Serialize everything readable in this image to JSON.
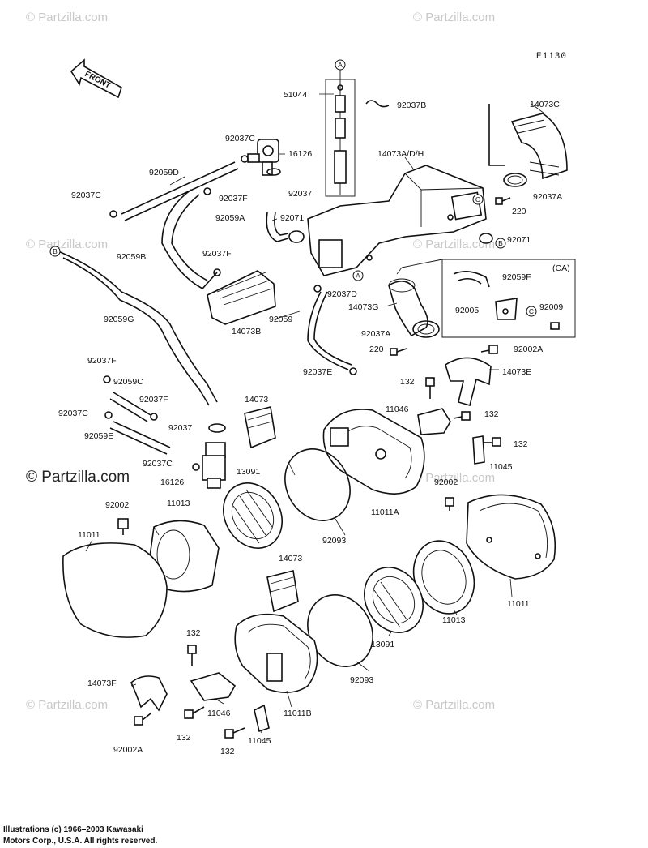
{
  "diagram": {
    "code": "E1130",
    "front_label": "FRONT",
    "region_label": "(CA)",
    "copyright_line1": "Illustrations (c) 1966–2003 Kawasaki",
    "copyright_line2": "Motors Corp., U.S.A.  All rights reserved.",
    "watermark": "© Partzilla.com",
    "callouts": [
      "A",
      "B",
      "C"
    ],
    "part_labels": [
      "51044",
      "92037B",
      "14073C",
      "92037C",
      "16126",
      "14073A/D/H",
      "92059D",
      "92037F",
      "92037",
      "92037C",
      "92059A",
      "92071",
      "92037A",
      "220",
      "92071",
      "92059B",
      "92037F",
      "92059F",
      "(CA)",
      "92037D",
      "14073B",
      "92059",
      "14073G",
      "92005",
      "92009",
      "92059G",
      "92037A",
      "220",
      "92002A",
      "92037E",
      "92037F",
      "92059C",
      "132",
      "14073E",
      "92037F",
      "14073",
      "11046",
      "132",
      "92037C",
      "92037",
      "92059E",
      "132",
      "92037C",
      "11045",
      "13091",
      "16126",
      "92002",
      "92002",
      "11013",
      "11011A",
      "11011",
      "92093",
      "14073",
      "11011",
      "11013",
      "132",
      "13091",
      "92093",
      "14073F",
      "11046",
      "11011B",
      "92002A",
      "132",
      "11045",
      "132"
    ]
  }
}
